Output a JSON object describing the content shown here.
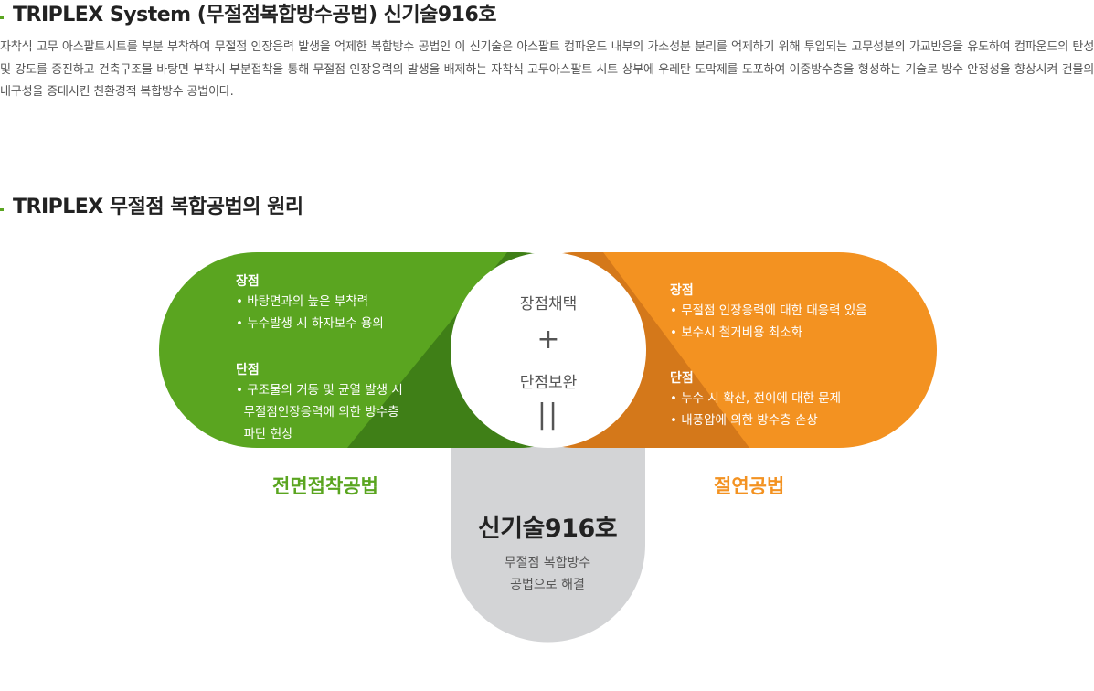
{
  "header": {
    "title": "TRIPLEX System (무절점복합방수공법) 신기술916호",
    "intro": "자착식 고무 아스팔트시트를 부분 부착하여 무절점 인장응력 발생을 억제한 복합방수 공법인 이 신기술은 아스팔트 컴파운드 내부의 가소성분 분리를 억제하기 위해 투입되는 고무성분의 가교반응을 유도하여 컴파운드의 탄성 및 강도를 증진하고 건축구조물 바탕면 부착시 부분접착을 통해 무절점 인장응력의 발생을 배제하는 자착식 고무아스팔트 시트 상부에 우레탄 도막제를 도포하여 이중방수층을 형성하는 기술로 방수 안정성을 향상시켜 건물의 내구성을 증대시킨 친환경적 복합방수 공법이다."
  },
  "principle": {
    "title": "TRIPLEX 무절점 복합공법의 원리"
  },
  "diagram": {
    "colors": {
      "green": "#5aa520",
      "green_dark": "#3f7f17",
      "orange": "#f39221",
      "orange_dark": "#d4781a",
      "gray": "#d3d4d6"
    },
    "left": {
      "pros_title": "장점",
      "pros": [
        "• 바탕면과의 높은 부착력",
        "• 누수발생 시 하자보수 용의"
      ],
      "cons_title": "단점",
      "cons": [
        "• 구조물의 거동 및 균열 발생 시",
        "  무절점인장응력에 의한 방수층",
        "  파단 현상"
      ],
      "method": "전면접착공법"
    },
    "right": {
      "pros_title": "장점",
      "pros": [
        "• 무절점 인장응력에 대한 대응력 있음",
        "• 보수시 철거비용 최소화"
      ],
      "cons_title": "단점",
      "cons": [
        "• 누수 시 확산, 전이에 대한 문제",
        "• 내풍압에 의한 방수층 손상"
      ],
      "method": "절연공법"
    },
    "center": {
      "top": "장점채택",
      "plus": "+",
      "bottom": "단점보완",
      "equals": "||"
    },
    "result": {
      "title": "신기술916호",
      "desc": [
        "무절점 복합방수",
        "공법으로 해결"
      ]
    }
  }
}
